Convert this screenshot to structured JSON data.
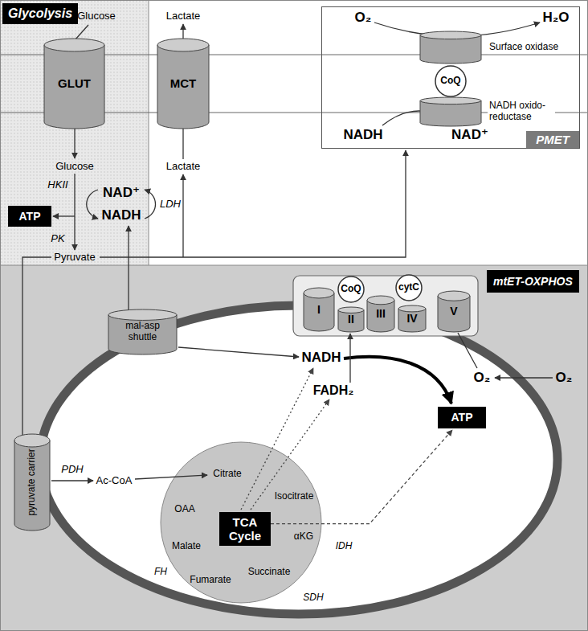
{
  "diagram": {
    "nodes": [
      {
        "text": [
          "Glycolysis"
        ]
      },
      {
        "text": [
          "GLUT"
        ],
        "in": 0
      },
      {
        "text": [
          "ATP"
        ],
        "in": 0
      },
      {
        "text": [
          "MCT"
        ]
      },
      {
        "text": [
          "PMET"
        ]
      },
      {
        "text": [
          "Surface oxidase"
        ],
        "in": 4
      },
      {
        "text": [
          "CoQ"
        ],
        "in": 4
      },
      {
        "text": [
          "NADH oxido- reductase"
        ],
        "in": 4
      },
      {
        "text": [
          "mal-asp shuttle"
        ]
      },
      {
        "text": [
          "pyruvate carrier"
        ]
      },
      {
        "text": [
          "I"
        ]
      },
      {
        "text": [
          "CoQ"
        ]
      },
      {
        "text": [
          "II"
        ]
      },
      {
        "text": [
          "III"
        ]
      },
      {
        "text": [
          "cytC"
        ]
      },
      {
        "text": [
          "IV"
        ]
      },
      {
        "text": [
          "V"
        ]
      },
      {
        "text": [
          "mtET-OXPHOS"
        ]
      },
      {
        "text": [
          "TCA Cycle"
        ]
      },
      {
        "text": [
          "ATP"
        ]
      }
    ],
    "edges": [
      {
        "from": 18,
        "to": 19,
        "arrow": "to"
      }
    ],
    "labels": [
      "Glucose",
      "Glucose",
      "HKII",
      "PK",
      "Pyruvate",
      "NAD⁺",
      "NADH",
      "LDH",
      "Lactate",
      "Lactate",
      "O₂",
      "H₂O",
      "NADH",
      "NAD⁺",
      "NADH",
      "FADH₂",
      "O₂",
      "O₂",
      "PDH",
      "Ac-CoA",
      "Citrate",
      "Isocitrate",
      "IDH",
      "αKG",
      "Succinate",
      "SDH",
      "Fumarate",
      "FH",
      "Malate",
      "OAA"
    ]
  }
}
